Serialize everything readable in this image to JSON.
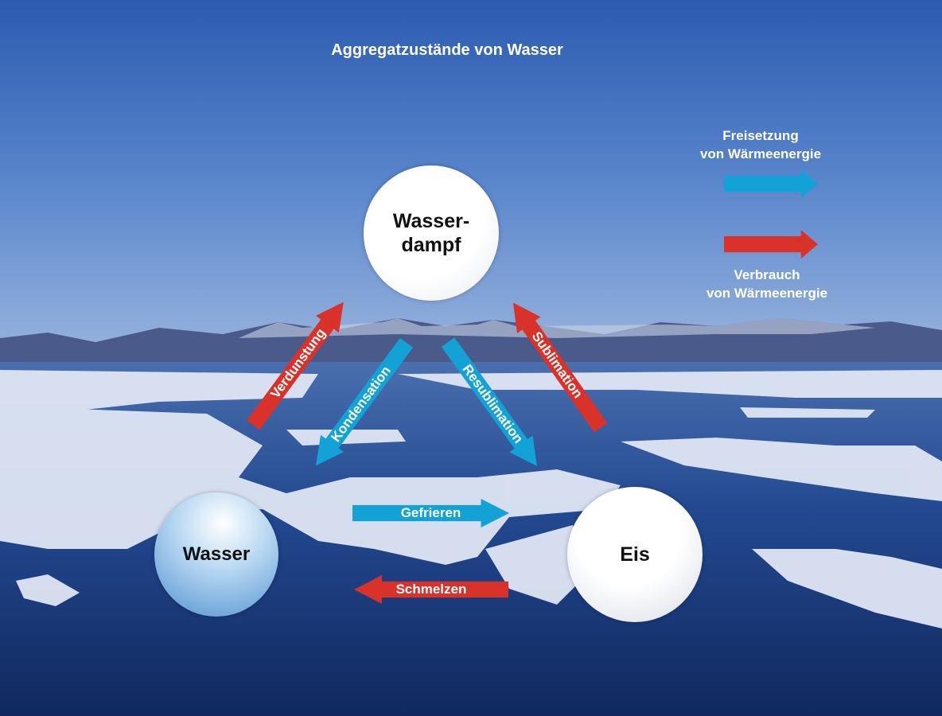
{
  "title": "Aggregatzustände von Wasser",
  "states": {
    "vapor": [
      "Wasser-",
      "dampf"
    ],
    "water": "Wasser",
    "ice": "Eis"
  },
  "transitions": {
    "verdunstung": "Verdunstung",
    "kondensation": "Kondensation",
    "resublimation": "Resublimation",
    "sublimation": "Sublimation",
    "gefrieren": "Gefrieren",
    "schmelzen": "Schmelzen"
  },
  "legend": {
    "release": [
      "Freisetzung",
      "von Wärmeenergie"
    ],
    "consumption": [
      "Verbrauch",
      "von Wärmeenergie"
    ]
  },
  "colors": {
    "release": "#12a2d6",
    "consumption": "#d9322a"
  }
}
